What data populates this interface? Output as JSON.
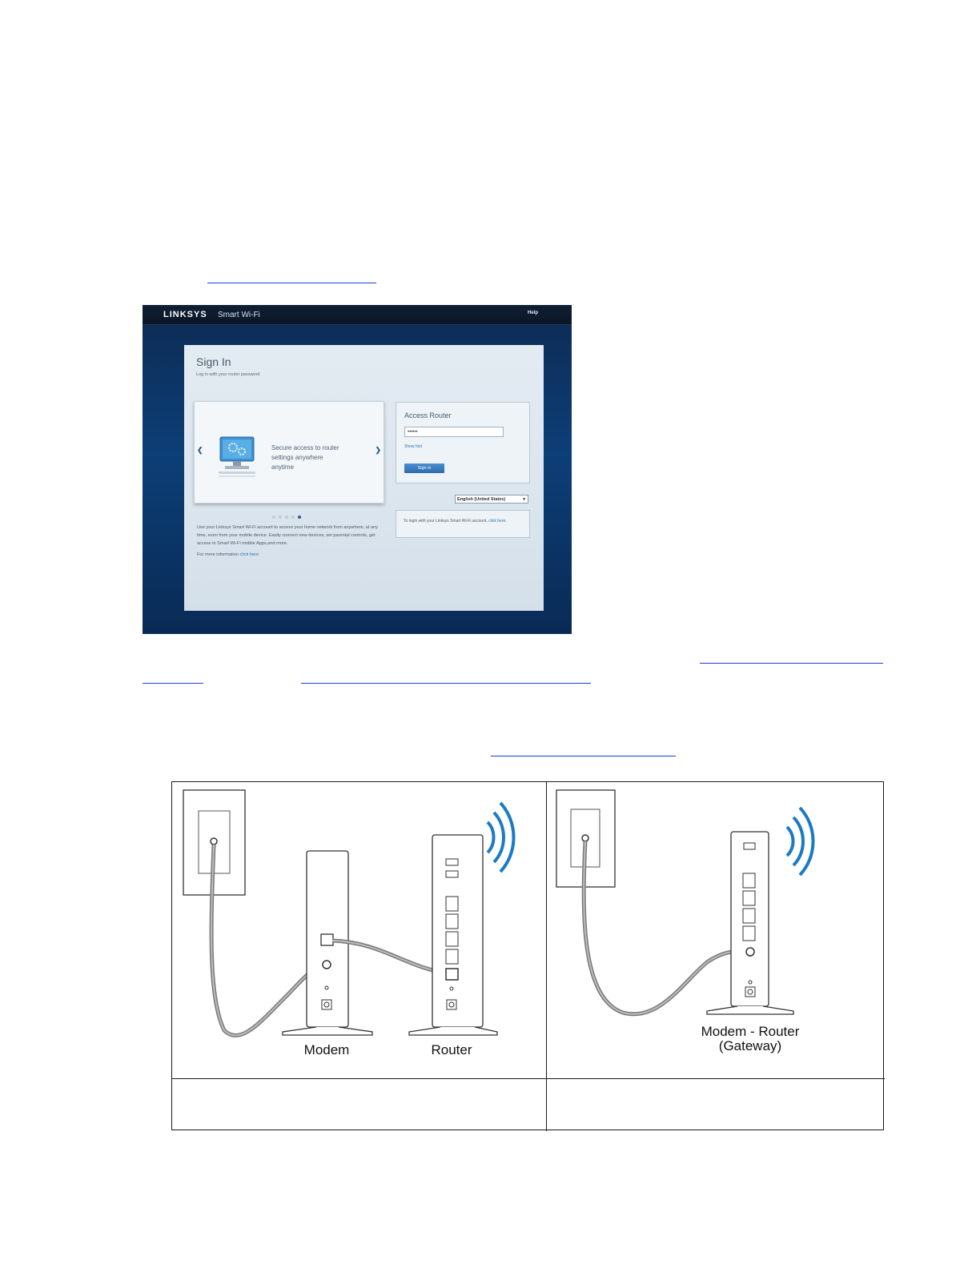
{
  "linksys": {
    "logo": "LINKSYS",
    "logo_sub": "Smart Wi-Fi",
    "help": "Help",
    "signin_title": "Sign In",
    "signin_subtitle": "Log in with your router password",
    "carousel_text": "Secure access to router settings anywhere anytime",
    "carousel_dots": 5,
    "carousel_active_dot": 5,
    "info_text": "Use your Linksys Smart Wi-Fi account to access your home network from anywhere, at any time, even from your mobile device. Easily connect new devices, set parental controls, get access to Smart Wi-Fi mobile Apps,and more.",
    "more_info_prefix": "For more information",
    "more_info_link": "click here",
    "access_title": "Access Router",
    "password_value": "••••••",
    "show_hint": "Show hint",
    "signin_button": "Sign in",
    "language": "English (United States)",
    "login_text_prefix": "To login with your Linksys Smart Wi-Fi account,",
    "login_text_link": "click here."
  },
  "diagram": {
    "left_labels": [
      "Modem",
      "Router"
    ],
    "right_label_line1": "Modem - Router",
    "right_label_line2": "(Gateway)"
  },
  "colors": {
    "link_blue": "#1a3fd0",
    "wifi_blue": "#1b7ac4",
    "cable_gray": "#7a7a7a"
  }
}
